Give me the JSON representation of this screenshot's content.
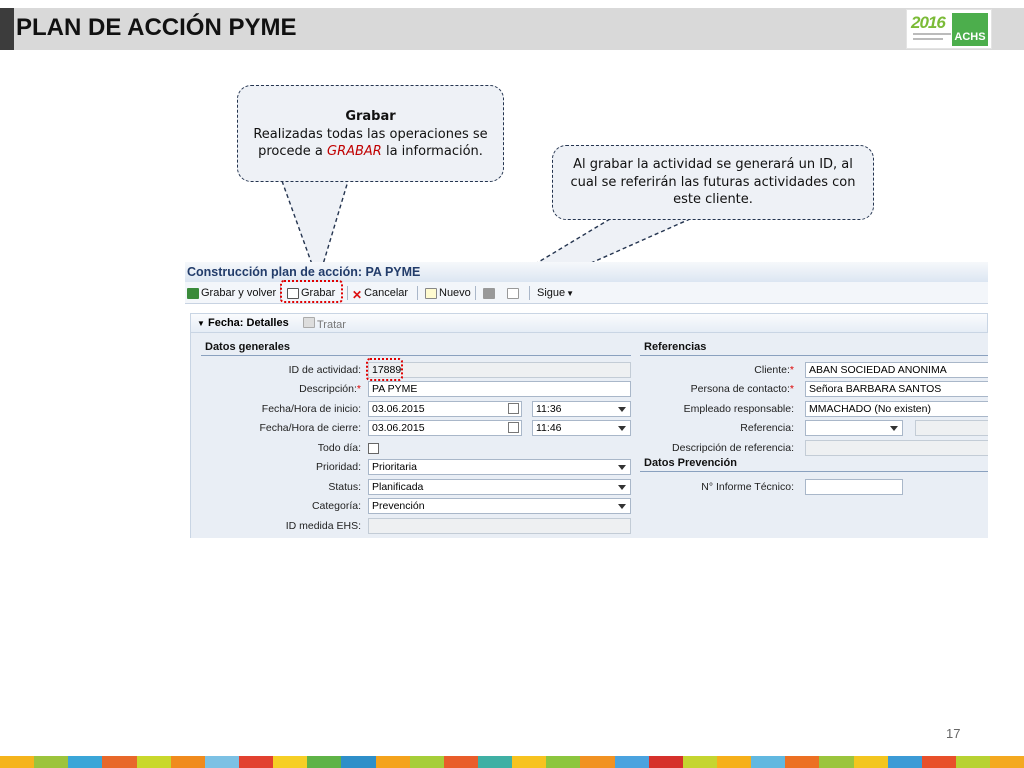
{
  "header": {
    "title": "PLAN DE ACCIÓN PYME"
  },
  "logo": {
    "year": "2016",
    "brand": "ACHS"
  },
  "callouts": {
    "grabar": {
      "title": "Grabar",
      "line1": "Realizadas todas las operaciones se",
      "line2_pre": "procede a ",
      "line2_em": "GRABAR",
      "line2_post": " la información."
    },
    "id": {
      "text": "Al grabar la actividad se generará un ID, al cual se referirán las futuras actividades con este cliente."
    }
  },
  "app": {
    "title": "Construcción plan de acción: PA PYME",
    "toolbar": {
      "grabar_volver": "Grabar y volver",
      "grabar": "Grabar",
      "cancelar": "Cancelar",
      "nuevo": "Nuevo",
      "sigue": "Sigue"
    },
    "tabs": {
      "detalles": "Fecha: Detalles",
      "tratar": "Tratar"
    },
    "datos_generales": {
      "heading": "Datos generales",
      "id_label": "ID de actividad:",
      "id_value": "17889",
      "desc_label": "Descripción:",
      "desc_value": "PA PYME",
      "inicio_label": "Fecha/Hora de inicio:",
      "inicio_date": "03.06.2015",
      "inicio_time": "11:36",
      "cierre_label": "Fecha/Hora de cierre:",
      "cierre_date": "03.06.2015",
      "cierre_time": "11:46",
      "todo_label": "Todo día:",
      "prioridad_label": "Prioridad:",
      "prioridad_value": "Prioritaria",
      "status_label": "Status:",
      "status_value": "Planificada",
      "categoria_label": "Categoría:",
      "categoria_value": "Prevención",
      "ehs_label": "ID medida EHS:",
      "ehs_value": ""
    },
    "referencias": {
      "heading": "Referencias",
      "cliente_label": "Cliente:",
      "cliente_value": "ABAN SOCIEDAD ANONIMA",
      "contacto_label": "Persona de contacto:",
      "contacto_value": "Señora BARBARA SANTOS",
      "empleado_label": "Empleado responsable:",
      "empleado_value": "MMACHADO (No existen)",
      "referencia_label": "Referencia:",
      "referencia_value": "",
      "descref_label": "Descripción de referencia:",
      "descref_value": ""
    },
    "prevencion": {
      "heading": "Datos Prevención",
      "informe_label": "N° Informe Técnico:",
      "informe_value": ""
    }
  },
  "page_number": "17",
  "colors": {
    "highlight": "#e00000",
    "header_bg": "#d9d9d9",
    "callout_border": "#24344f",
    "app_title": "#223c6a"
  },
  "footer_stripe": [
    "#f5b41c",
    "#9cc43c",
    "#3aa6d8",
    "#e8682a",
    "#c9d82c",
    "#f08b1d",
    "#7cc1e4",
    "#e2412f",
    "#f6cf25",
    "#5fb347",
    "#2e8fc9",
    "#f4a31c",
    "#a6ce39",
    "#e95d2a",
    "#3fb0a4",
    "#f7c31f",
    "#8cc63e",
    "#f19222",
    "#4aa3df",
    "#d6312b",
    "#c5d530",
    "#f6b01a",
    "#61b8e0",
    "#ec7023",
    "#9bc53d",
    "#f3c61f",
    "#3c9bd6",
    "#e8502a",
    "#b8d232",
    "#f4a920"
  ]
}
